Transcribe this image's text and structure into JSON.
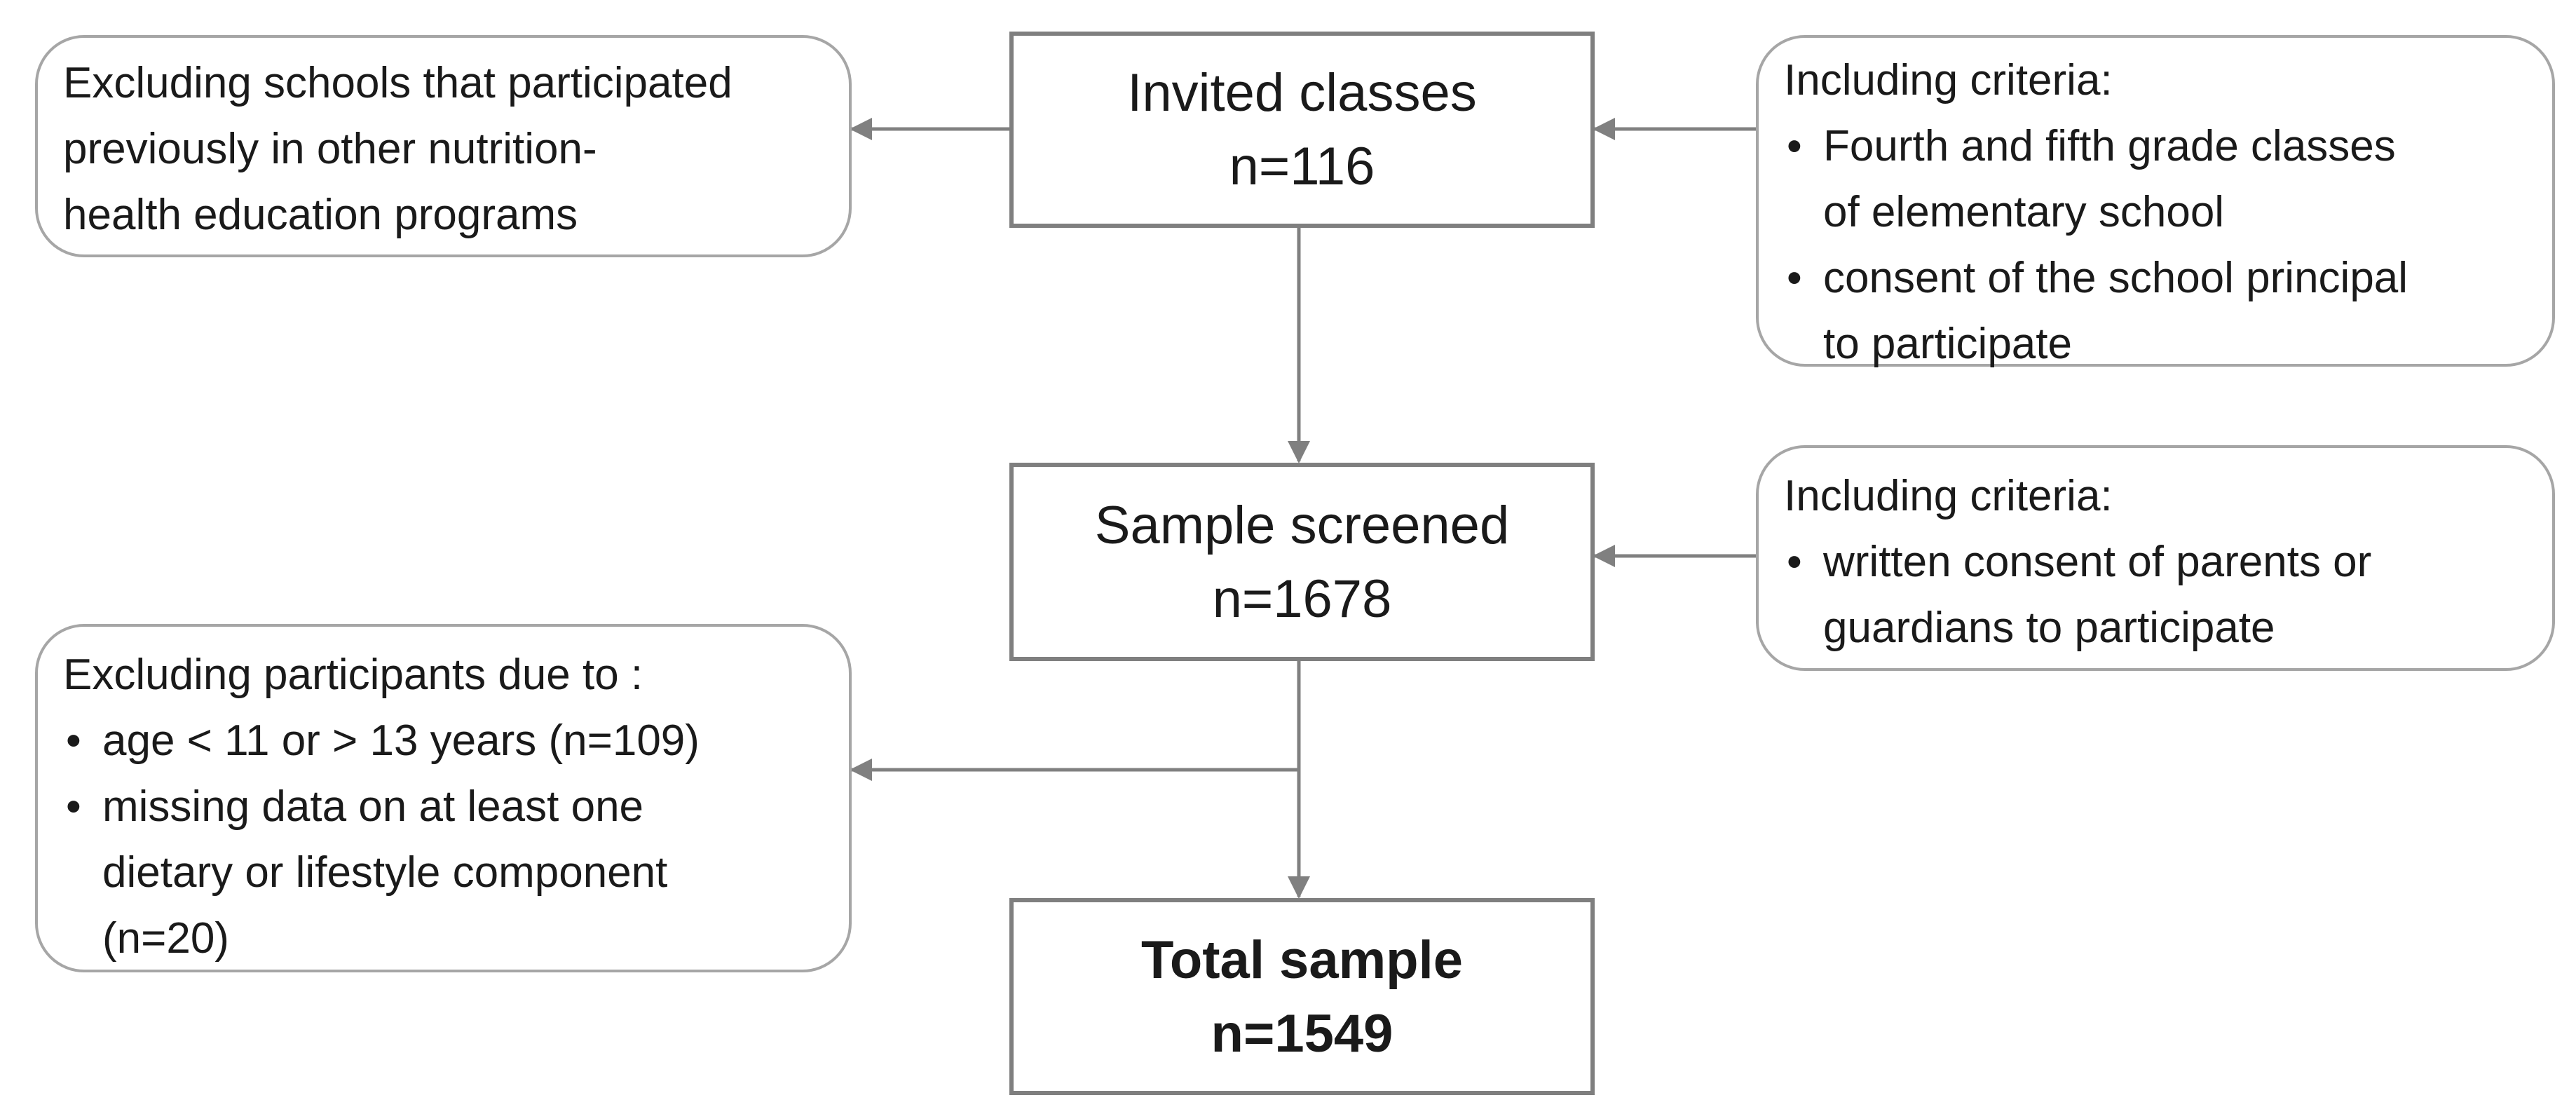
{
  "flowchart": {
    "invited": {
      "title": "Invited classes",
      "count": "n=116"
    },
    "screened": {
      "title": "Sample screened",
      "count": "n=1678"
    },
    "total": {
      "title": "Total sample",
      "count": "n=1549"
    },
    "exclusion_schools": {
      "lines": [
        "Excluding schools that participated",
        "previously in other nutrition-",
        "health education programs"
      ]
    },
    "inclusion_classes": {
      "heading": "Including criteria:",
      "items": [
        "Fourth and fifth grade classes\nof elementary school",
        "consent of the school principal\nto participate"
      ]
    },
    "inclusion_parents": {
      "heading": "Including criteria:",
      "items": [
        "written consent of parents or\nguardians to participate"
      ]
    },
    "exclusion_participants": {
      "heading": "Excluding participants due to :",
      "items": [
        "age < 11 or > 13 years (n=109)",
        "missing data on at least one\ndietary or lifestyle component\n(n=20)"
      ]
    }
  },
  "colors": {
    "box_border": "#7f7f7f",
    "rounded_border": "#a6a6a6",
    "arrow": "#808080"
  }
}
